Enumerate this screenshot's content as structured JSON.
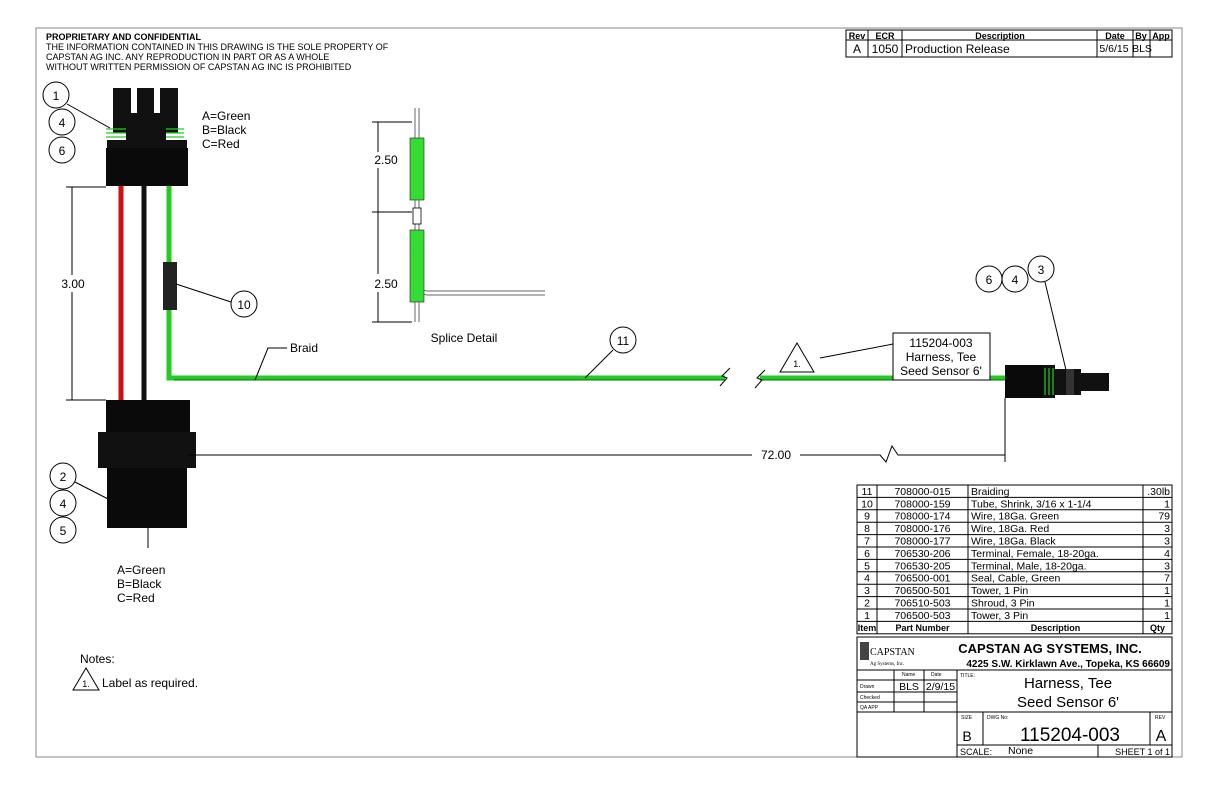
{
  "header": {
    "confidential_title": "PROPRIETARY AND CONFIDENTIAL",
    "confidential_lines": [
      "THE INFORMATION CONTAINED IN THIS DRAWING IS THE SOLE PROPERTY OF",
      "CAPSTAN AG INC. ANY REPRODUCTION IN PART OR AS A WHOLE",
      "WITHOUT WRITTEN PERMISSION OF CAPSTAN AG INC IS PROHIBITED"
    ]
  },
  "revision_table": {
    "headers": [
      "Rev",
      "ECR",
      "Description",
      "Date",
      "By",
      "App"
    ],
    "rows": [
      [
        "A",
        "1050",
        "Production Release",
        "5/6/15",
        "BLS",
        ""
      ]
    ]
  },
  "drawing": {
    "top_connector_pins": [
      "A=Green",
      "B=Black",
      "C=Red"
    ],
    "bottom_connector_pins": [
      "A=Green",
      "B=Black",
      "C=Red"
    ],
    "dim_wire_length": "3.00",
    "dim_splice_top": "2.50",
    "dim_splice_bottom": "2.50",
    "splice_label": "Splice Detail",
    "braid_label": "Braid",
    "dim_overall": "72.00",
    "label_box": [
      "115204-003",
      "Harness, Tee",
      "Seed Sensor 6'"
    ],
    "label_note_flag": "1.",
    "balloons": {
      "top_connector": [
        "1",
        "4",
        "6"
      ],
      "shrink_tube": "10",
      "bottom_connector": [
        "2",
        "4",
        "5"
      ],
      "braid": "11",
      "right_connector": [
        "6",
        "4",
        "3"
      ]
    },
    "wire_colors": {
      "red": "#d01010",
      "black": "#111111",
      "green": "#22cc22"
    }
  },
  "notes": {
    "title": "Notes:",
    "items": [
      {
        "flag": "1.",
        "text": "Label as required."
      }
    ]
  },
  "bom": {
    "headers": [
      "Item",
      "Part Number",
      "Description",
      "Qty"
    ],
    "rows": [
      [
        "11",
        "708000-015",
        "Braiding",
        ".30lb"
      ],
      [
        "10",
        "708000-159",
        "Tube, Shrink, 3/16 x 1-1/4",
        "1"
      ],
      [
        "9",
        "708000-174",
        "Wire, 18Ga. Green",
        "79"
      ],
      [
        "8",
        "708000-176",
        "Wire, 18Ga. Red",
        "3"
      ],
      [
        "7",
        "708000-177",
        "Wire, 18Ga. Black",
        "3"
      ],
      [
        "6",
        "706530-206",
        "Terminal, Female, 18-20ga.",
        "4"
      ],
      [
        "5",
        "706530-205",
        "Terminal, Male, 18-20ga.",
        "3"
      ],
      [
        "4",
        "706500-001",
        "Seal, Cable, Green",
        "7"
      ],
      [
        "3",
        "706500-501",
        "Tower, 1 Pin",
        "1"
      ],
      [
        "2",
        "706510-503",
        "Shroud, 3 Pin",
        "1"
      ],
      [
        "1",
        "706500-503",
        "Tower, 3 Pin",
        "1"
      ]
    ]
  },
  "title_block": {
    "logo_name": "CAPSTAN",
    "logo_sub": "Ag Systems, Inc.",
    "company": "CAPSTAN AG SYSTEMS, INC.",
    "address": "4225 S.W. Kirklawn Ave., Topeka, KS 66609",
    "name_label": "Name",
    "date_label": "Date",
    "drawn_label": "Drawn",
    "checked_label": "Checked",
    "qa_label": "QA APP",
    "drawn_by": "BLS",
    "drawn_date": "2/9/15",
    "title_label": "TITLE:",
    "title_lines": [
      "Harness, Tee",
      "Seed Sensor 6'"
    ],
    "size_label": "SIZE",
    "size": "B",
    "dwg_label": "DWG No:",
    "dwg_no": "115204-003",
    "rev_label": "REV",
    "rev": "A",
    "scale_label": "SCALE:",
    "scale": "None",
    "sheet": "SHEET 1 of 1"
  }
}
